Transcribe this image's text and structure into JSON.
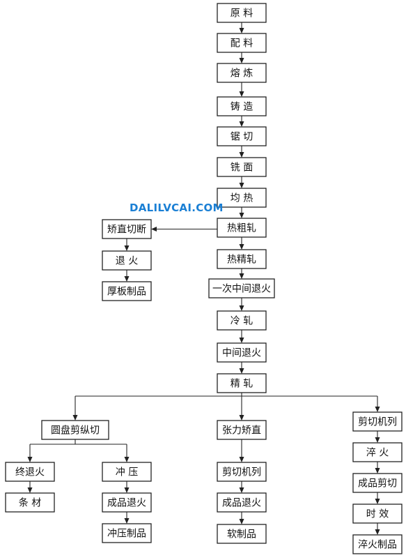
{
  "nodes": {
    "raw_material": "原 料",
    "batching": "配 料",
    "smelting": "熔 炼",
    "casting": "铸 造",
    "sawing": "锯 切",
    "milling": "铣 面",
    "homogenizing": "均 热",
    "hot_rough_rolling": "热粗轧",
    "straighten_cut": "矫直切断",
    "annealing_left": "退 火",
    "thick_plate": "厚板制品",
    "hot_finish_rolling": "热精轧",
    "first_intermediate_anneal": "一次中间退火",
    "cold_rolling": "冷 轧",
    "intermediate_anneal": "中间退火",
    "finish_rolling": "精 轧",
    "disc_slitting": "圆盘剪纵切",
    "final_anneal": "终退火",
    "strip": "条 材",
    "stamping": "冲 压",
    "finished_anneal_left": "成品退火",
    "stamped_product": "冲压制品",
    "tension_straighten": "张力矫直",
    "shear_line_mid": "剪切机列",
    "finished_anneal_mid": "成品退火",
    "soft_product": "软制品",
    "shear_line_right": "剪切机列",
    "quenching": "淬 火",
    "finished_shearing": "成品剪切",
    "aging": "时 效",
    "quenched_product": "淬火制品"
  },
  "watermark": {
    "text": "DALILVCAI.COM",
    "color": "#1a7fd4"
  }
}
